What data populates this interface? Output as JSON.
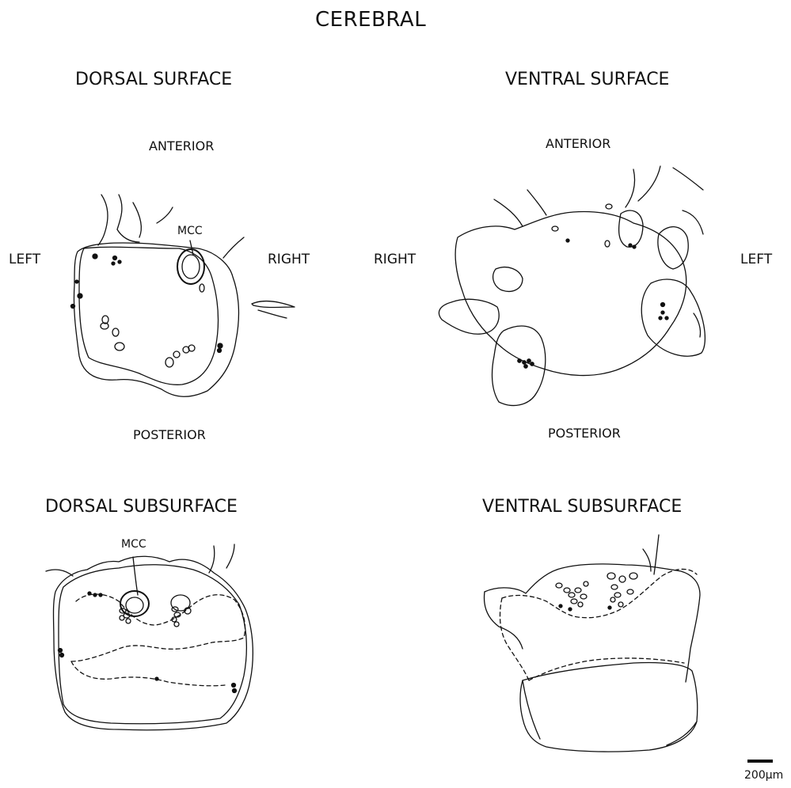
{
  "title": "CEREBRAL",
  "panels": {
    "dorsal_surface": {
      "heading": "DORSAL SURFACE",
      "anterior": "ANTERIOR",
      "posterior": "POSTERIOR",
      "left": "LEFT",
      "right": "RIGHT",
      "mcc": "MCC"
    },
    "ventral_surface": {
      "heading": "VENTRAL SURFACE",
      "anterior": "ANTERIOR",
      "posterior": "POSTERIOR",
      "left": "LEFT",
      "right": "RIGHT"
    },
    "dorsal_subsurface": {
      "heading": "DORSAL SUBSURFACE",
      "mcc": "MCC"
    },
    "ventral_subsurface": {
      "heading": "VENTRAL SUBSURFACE"
    }
  },
  "scale_bar": {
    "label": "200µm"
  }
}
